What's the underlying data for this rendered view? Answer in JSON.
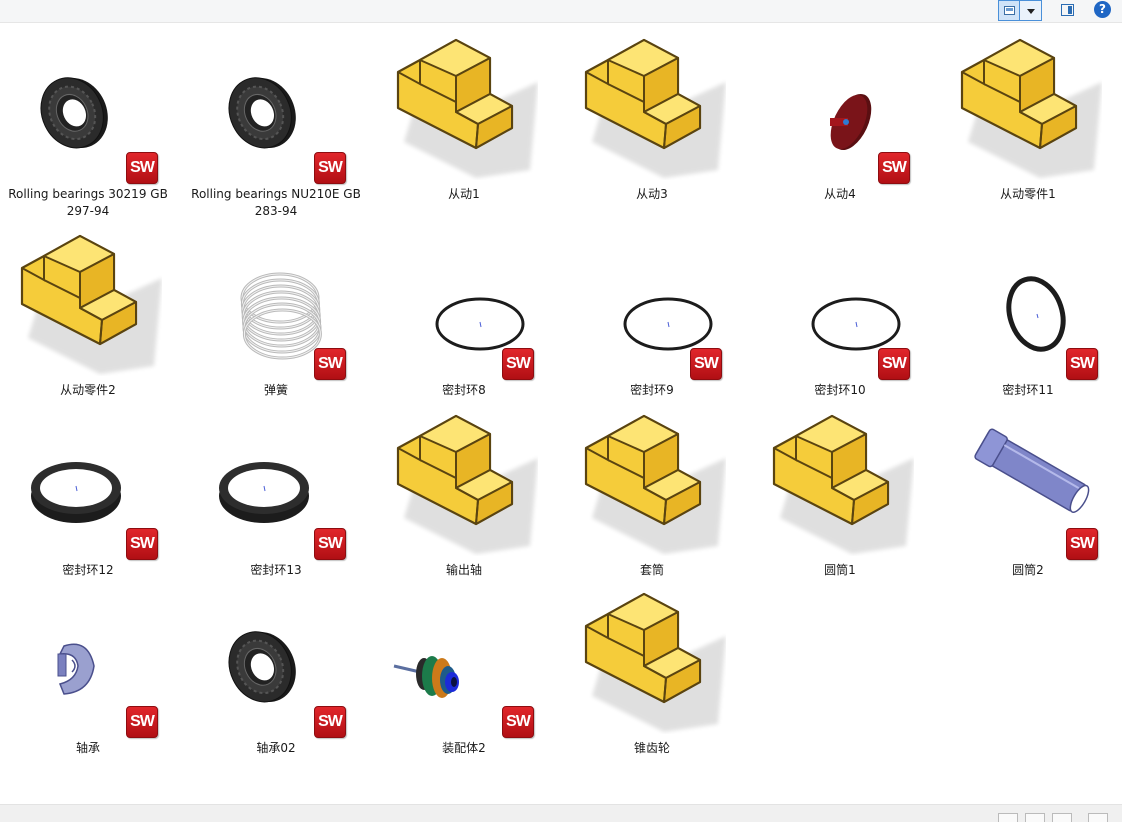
{
  "toolbar": {
    "view_icon": "large-icons-view-icon",
    "dropdown_icon": "chevron-down-icon",
    "pane_icon": "preview-pane-icon",
    "help_label": "?"
  },
  "badge_label": "SW",
  "items": [
    {
      "name": "Rolling bearings 30219 GB 297-94",
      "type": "bearing",
      "badge": true
    },
    {
      "name": "Rolling bearings NU210E GB 283-94",
      "type": "bearing",
      "badge": true
    },
    {
      "name": "从动1",
      "type": "block",
      "badge": false
    },
    {
      "name": "从动3",
      "type": "block",
      "badge": false
    },
    {
      "name": "从动4",
      "type": "disc",
      "badge": true
    },
    {
      "name": "从动零件1",
      "type": "block",
      "badge": false
    },
    {
      "name": "从动零件2",
      "type": "block",
      "badge": false
    },
    {
      "name": "弹簧",
      "type": "spring",
      "badge": true
    },
    {
      "name": "密封环8",
      "type": "ring-thin",
      "badge": true
    },
    {
      "name": "密封环9",
      "type": "ring-thin",
      "badge": true
    },
    {
      "name": "密封环10",
      "type": "ring-thin",
      "badge": true
    },
    {
      "name": "密封环11",
      "type": "ring-tilted",
      "badge": true
    },
    {
      "name": "密封环12",
      "type": "ring-thick",
      "badge": true
    },
    {
      "name": "密封环13",
      "type": "ring-thick",
      "badge": true
    },
    {
      "name": "输出轴",
      "type": "block",
      "badge": false
    },
    {
      "name": "套筒",
      "type": "block",
      "badge": false
    },
    {
      "name": "圆筒1",
      "type": "block",
      "badge": false
    },
    {
      "name": "圆筒2",
      "type": "tube",
      "badge": true
    },
    {
      "name": "轴承",
      "type": "half-bearing",
      "badge": true
    },
    {
      "name": "轴承02",
      "type": "bearing",
      "badge": true
    },
    {
      "name": "装配体2",
      "type": "assembly",
      "badge": true
    },
    {
      "name": "锥齿轮",
      "type": "block",
      "badge": false
    }
  ],
  "colors": {
    "block_front": "#f5cc3a",
    "block_top": "#fde474",
    "block_side": "#e8b525",
    "block_edge": "#5a4410",
    "badge_red": "#c9151b",
    "selection_blue": "#4a90d9"
  }
}
